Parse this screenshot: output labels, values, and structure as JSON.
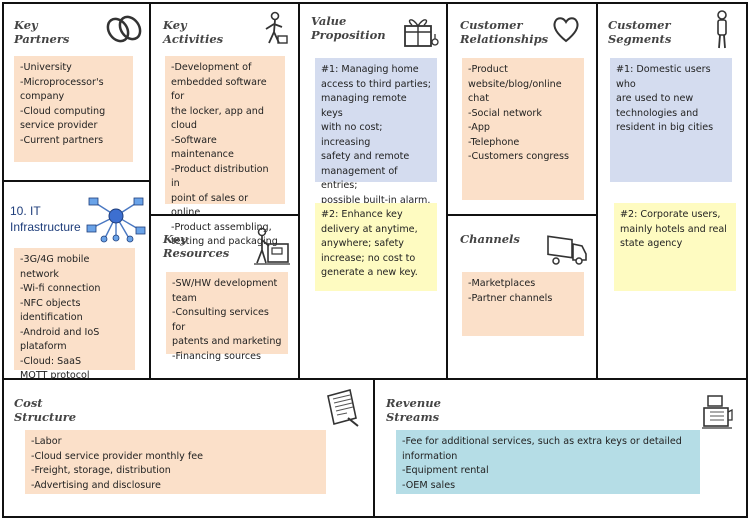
{
  "cells": {
    "key_partners": {
      "title": [
        "Key",
        "Partners"
      ],
      "icon": "chain-link-icon",
      "notes": [
        "-University",
        "-Microprocessor's",
        "company",
        "-Cloud computing",
        "service provider",
        "-Current partners"
      ]
    },
    "key_activities": {
      "title": [
        "Key",
        "Activities"
      ],
      "icon": "worker-icon",
      "notes": [
        "-Development of",
        "embedded software for",
        "the locker, app and",
        "cloud",
        "-Software maintenance",
        "-Product distribution in",
        "point of sales or online",
        "-Product assembling,",
        "testing and packaging"
      ]
    },
    "value_proposition": {
      "title": [
        "Value",
        "Proposition"
      ],
      "icon": "gift-box-icon",
      "note1": [
        "#1: Managing home",
        "access to third parties;",
        "managing remote keys",
        "with no cost; increasing",
        "safety and remote",
        "management of entries;",
        "possible built-in alarm."
      ],
      "note2": [
        "#2: Enhance key",
        "delivery at anytime,",
        "anywhere; safety",
        "increase; no cost to",
        "generate a new key."
      ]
    },
    "customer_relationships": {
      "title": [
        "Customer",
        "Relationships"
      ],
      "icon": "heart-icon",
      "notes": [
        "-Product",
        "website/blog/online",
        "chat",
        "-Social network",
        "-App",
        "-Telephone",
        "-Customers congress"
      ]
    },
    "customer_segments": {
      "title": [
        "Customer",
        "Segments"
      ],
      "icon": "person-icon",
      "note1": [
        "#1: Domestic users who",
        "are used to new",
        "technologies and",
        "resident in big cities"
      ],
      "note2": [
        "#2: Corporate users,",
        "mainly hotels and real",
        "state agency"
      ]
    },
    "it_infrastructure": {
      "title": [
        "10. IT",
        "Infrastructure"
      ],
      "icon": "network-icon",
      "notes": [
        "-3G/4G mobile network",
        "-Wi-fi connection",
        "-NFC objects",
        "identification",
        "-Android and IoS",
        "plataform",
        "-Cloud: SaaS",
        "MQTT protocol"
      ]
    },
    "key_resources": {
      "title": [
        "Key",
        "Resources"
      ],
      "icon": "machine-operator-icon",
      "notes": [
        "-SW/HW development",
        "team",
        "-Consulting services for",
        "patents and marketing",
        "-Financing sources"
      ]
    },
    "channels": {
      "title": [
        "Channels"
      ],
      "icon": "truck-icon",
      "notes": [
        "-Marketplaces",
        "-Partner channels"
      ]
    },
    "cost_structure": {
      "title": [
        "Cost",
        "Structure"
      ],
      "icon": "document-icon",
      "notes": [
        "-Labor",
        "-Cloud service provider monthly fee",
        "-Freight, storage, distribution",
        "-Advertising and disclosure"
      ]
    },
    "revenue_streams": {
      "title": [
        "Revenue",
        "Streams"
      ],
      "icon": "cash-register-icon",
      "notes": [
        "-Fee for additional services, such as extra keys or detailed",
        "information",
        "-Equipment rental",
        "-OEM sales"
      ]
    }
  },
  "colors": {
    "border": "#111111",
    "title": "#444444",
    "peach": "#fbe0c9",
    "blue": "#d4dcef",
    "yellow": "#fefbc1",
    "teal": "#b5dde6",
    "it_title": "#1f3e7b"
  }
}
